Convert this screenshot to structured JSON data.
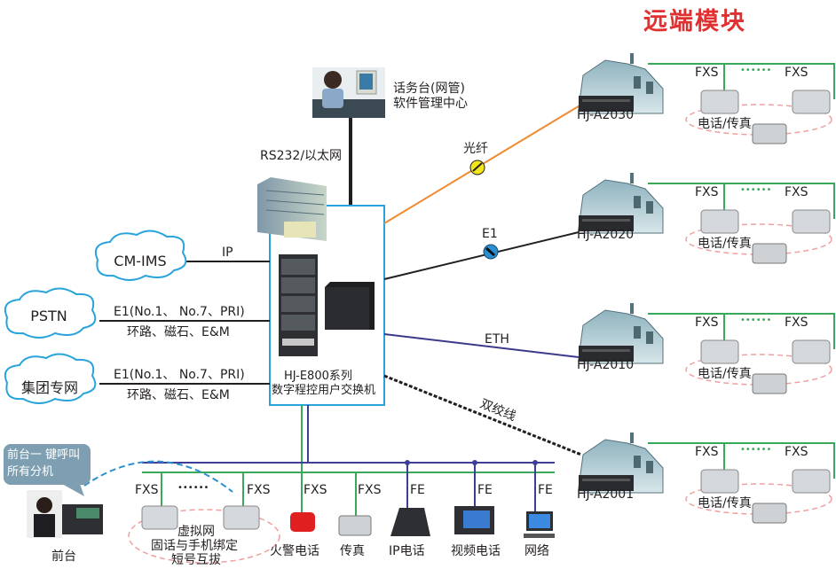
{
  "title": "远端模块",
  "colors": {
    "title": "#e03030",
    "fiber": "#f08a30",
    "e1": "#231f20",
    "eth": "#3a3a8c",
    "fxs_bus": "#3aa85a",
    "fe_bus": "#3d3f96",
    "pbx_border": "#29a3dc",
    "cloud_border": "#29a3dc",
    "loop_dashed": "#f0a0a0",
    "bubble": "#7e9fb2"
  },
  "management": {
    "label_line1": "话务台(网管)",
    "label_line2": "软件管理中心",
    "link_label": "RS232/以太网"
  },
  "pbx": {
    "name_line1": "HJ-E800系列",
    "name_line2": "数字程控用户交换机"
  },
  "networks": [
    {
      "name": "CM-IMS",
      "link_top": "IP",
      "link_bottom": ""
    },
    {
      "name": "PSTN",
      "link_top": "E1(No.1、 No.7、PRI)",
      "link_bottom": "环路、磁石、E&M"
    },
    {
      "name": "集团专网",
      "link_top": "E1(No.1、 No.7、PRI)",
      "link_bottom": "环路、磁石、E&M"
    }
  ],
  "remote_modules": [
    {
      "model": "HJ-A2030",
      "link": "光纤",
      "fxs_left": "FXS",
      "fxs_right": "FXS",
      "dots": "••••••",
      "devices": "电话/传真"
    },
    {
      "model": "HJ-A2020",
      "link": "E1",
      "fxs_left": "FXS",
      "fxs_right": "FXS",
      "dots": "••••••",
      "devices": "电话/传真"
    },
    {
      "model": "HJ-A2010",
      "link": "ETH",
      "fxs_left": "FXS",
      "fxs_right": "FXS",
      "dots": "••••••",
      "devices": "电话/传真"
    },
    {
      "model": "HJ-A2001",
      "link": "双绞线",
      "fxs_left": "FXS",
      "fxs_right": "FXS",
      "dots": "••••••",
      "devices": "电话/传真"
    }
  ],
  "reception": {
    "bubble_line1": "前台一 键呼叫",
    "bubble_line2": "所有分机",
    "label": "前台"
  },
  "virtual_net": {
    "fxs_left": "FXS",
    "fxs_right": "FXS",
    "dots": "••••••",
    "line1": "虚拟网",
    "line2": "固话与手机绑定",
    "line3": "短号互拔"
  },
  "terminals": [
    {
      "port": "FXS",
      "label": "火警电话"
    },
    {
      "port": "FXS",
      "label": "传真"
    },
    {
      "port": "FE",
      "label": "IP电话"
    },
    {
      "port": "FE",
      "label": "视频电话"
    },
    {
      "port": "FE",
      "label": "网络"
    }
  ]
}
